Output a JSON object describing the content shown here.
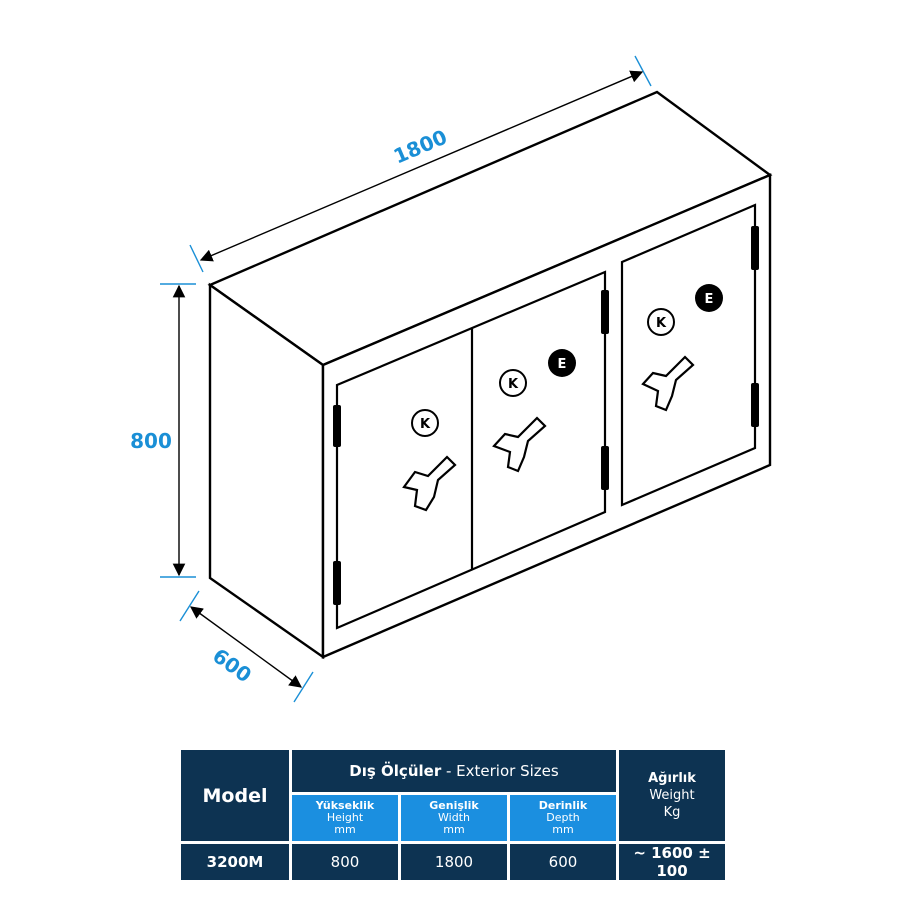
{
  "diagram": {
    "dimensions": {
      "width_label": "1800",
      "height_label": "800",
      "depth_label": "600"
    },
    "doors": [
      {
        "name": "left-door",
        "badges": [
          "K"
        ]
      },
      {
        "name": "middle-door",
        "badges": [
          "K",
          "E"
        ]
      },
      {
        "name": "right-door",
        "badges": [
          "K",
          "E"
        ]
      }
    ],
    "colors": {
      "dimension_accent": "#1a8fd6",
      "outline": "#000000"
    }
  },
  "table": {
    "model_header": "Model",
    "exterior_header_tr": "Dış Ölçüler",
    "exterior_header_sep": " - ",
    "exterior_header_en": "Exterior Sizes",
    "weight_header_tr": "Ağırlık",
    "weight_header_en": "Weight",
    "weight_unit": "Kg",
    "columns": [
      {
        "tr": "Yükseklik",
        "en": "Height",
        "unit": "mm"
      },
      {
        "tr": "Genişlik",
        "en": "Width",
        "unit": "mm"
      },
      {
        "tr": "Derinlik",
        "en": "Depth",
        "unit": "mm"
      }
    ],
    "row": {
      "model": "3200M",
      "height": "800",
      "width": "1800",
      "depth": "600",
      "weight": "~ 1600 ± 100"
    },
    "colors": {
      "dark": "#0d3352",
      "light": "#1b8fe0"
    }
  }
}
